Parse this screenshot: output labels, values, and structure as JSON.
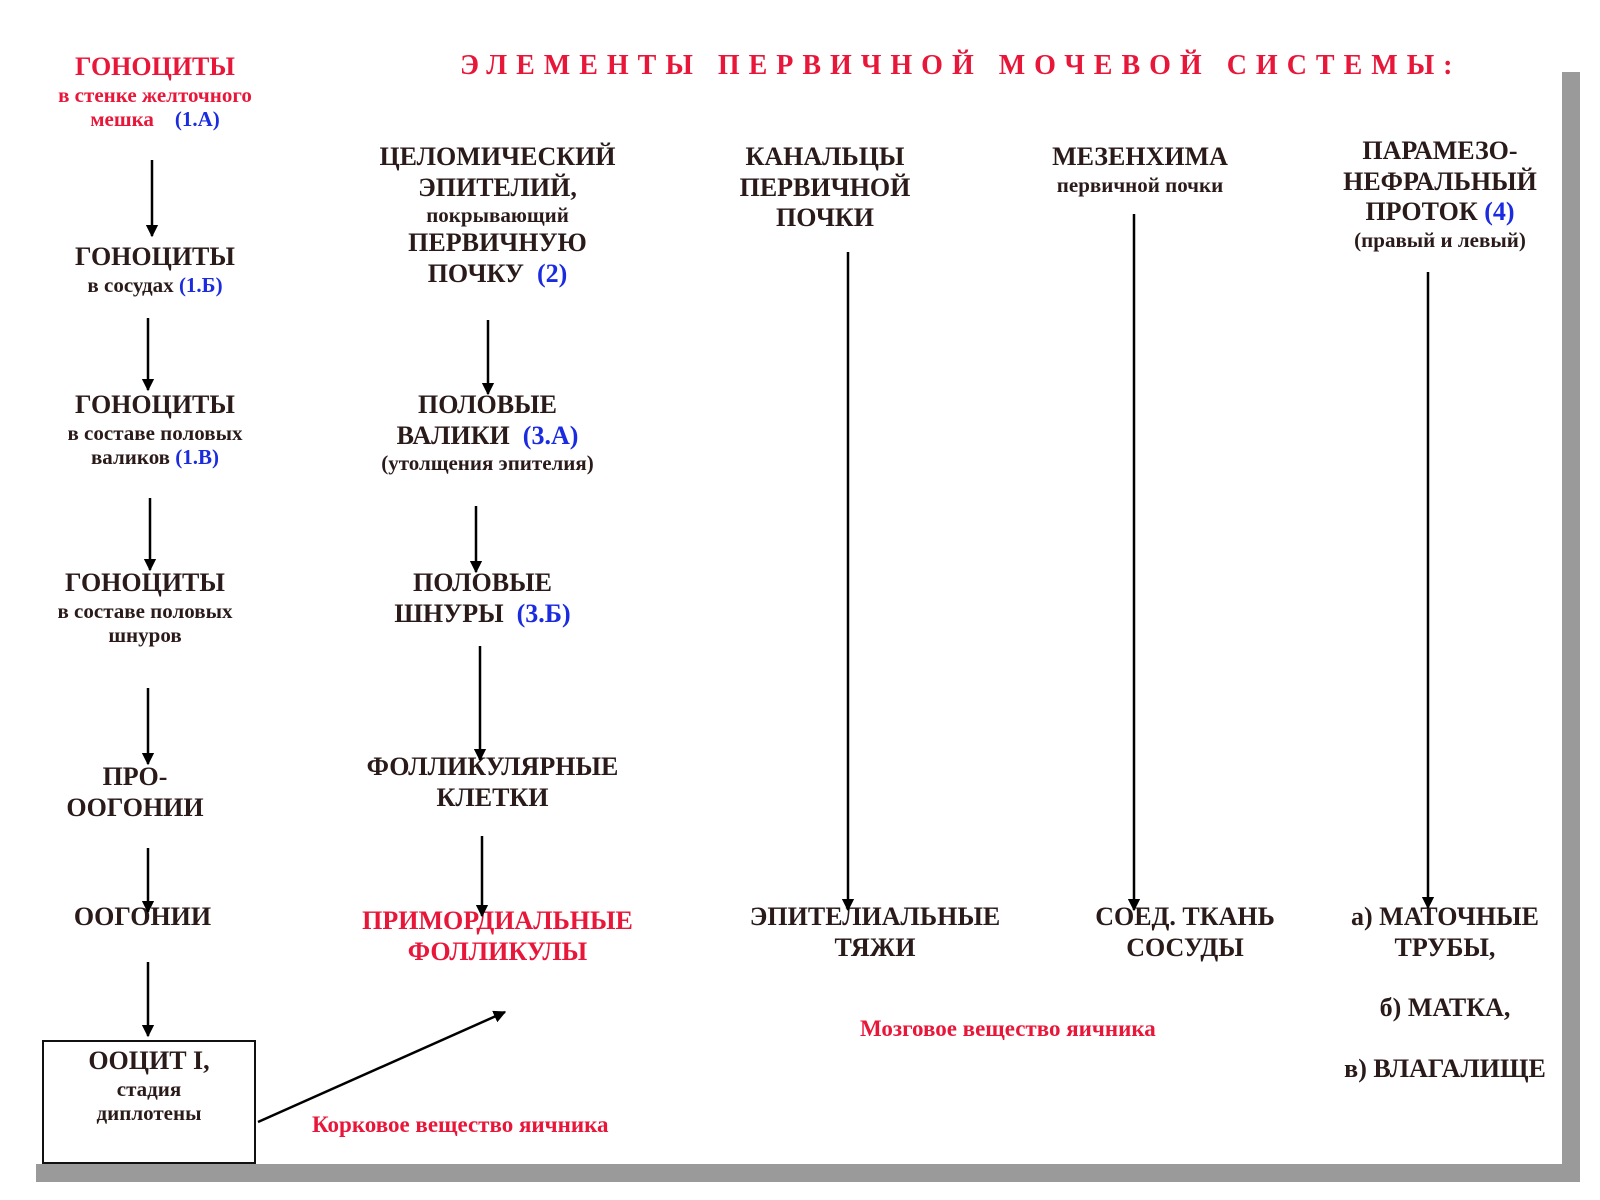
{
  "title": "ЭЛЕМЕНТЫ  ПЕРВИЧНОЙ  МОЧЕВОЙ  СИСТЕМЫ:",
  "colors": {
    "accent_red": "#e8173a",
    "ref_blue": "#1a2be0",
    "text": "#2a1a1a",
    "shadow": "#9a9a9a"
  },
  "col1": {
    "n1": {
      "line1": "ГОНОЦИТЫ",
      "line2": "в  стенке желточного",
      "line3": "мешка",
      "ref": "(1.А)"
    },
    "n2": {
      "line1": "ГОНОЦИТЫ",
      "line2": "в  сосудах",
      "ref": "(1.Б)"
    },
    "n3": {
      "line1": "ГОНОЦИТЫ",
      "line2": "в составе половых",
      "line3": "валиков",
      "ref": "(1.В)"
    },
    "n4": {
      "line1": "ГОНОЦИТЫ",
      "line2": "в составе половых",
      "line3": "шнуров"
    },
    "n5": {
      "line1": "ПРО-",
      "line2": "ООГОНИИ"
    },
    "n6": {
      "line1": "ООГОНИИ"
    },
    "n7": {
      "line1": "ООЦИТ  I,",
      "line2": "стадия",
      "line3": "диплотены"
    }
  },
  "col2": {
    "n1": {
      "line1": "ЦЕЛОМИЧЕСКИЙ",
      "line2": "ЭПИТЕЛИЙ,",
      "line3": "покрывающий",
      "line4": "ПЕРВИЧНУЮ",
      "line5": "ПОЧКУ",
      "ref": "(2)"
    },
    "n2": {
      "line1": "ПОЛОВЫЕ",
      "line2": "ВАЛИКИ",
      "ref": "(3.А)",
      "line3": "(утолщения эпителия)"
    },
    "n3": {
      "line1": "ПОЛОВЫЕ",
      "line2": "ШНУРЫ",
      "ref": "(3.Б)"
    },
    "n4": {
      "line1": "ФОЛЛИКУЛЯРНЫЕ",
      "line2": "КЛЕТКИ"
    },
    "n5": {
      "line1": "ПРИМОРДИАЛЬНЫЕ",
      "line2": "ФОЛЛИКУЛЫ"
    }
  },
  "col3": {
    "top": {
      "line1": "КАНАЛЬЦЫ",
      "line2": "ПЕРВИЧНОЙ",
      "line3": "ПОЧКИ"
    },
    "bottom": {
      "line1": "ЭПИТЕЛИАЛЬНЫЕ",
      "line2": "ТЯЖИ"
    }
  },
  "col4": {
    "top": {
      "line1": "МЕЗЕНХИМА",
      "line2": "первичной почки"
    },
    "bottom": {
      "line1": "СОЕД. ТКАНЬ",
      "line2": "СОСУДЫ"
    }
  },
  "col5": {
    "top": {
      "line1": "ПАРАМЕЗО-",
      "line2": "НЕФРАЛЬНЫЙ",
      "line3": "ПРОТОК",
      "ref": "(4)",
      "line4": "(правый и левый)"
    },
    "bottom": {
      "line1": "а) МАТОЧНЫЕ",
      "line2": "ТРУБЫ,",
      "line3": "б) МАТКА,",
      "line4": "в) ВЛАГАЛИЩЕ"
    }
  },
  "regions": {
    "cortex": "Корковое  вещество яичника",
    "medulla": "Мозговое вещество яичника"
  }
}
